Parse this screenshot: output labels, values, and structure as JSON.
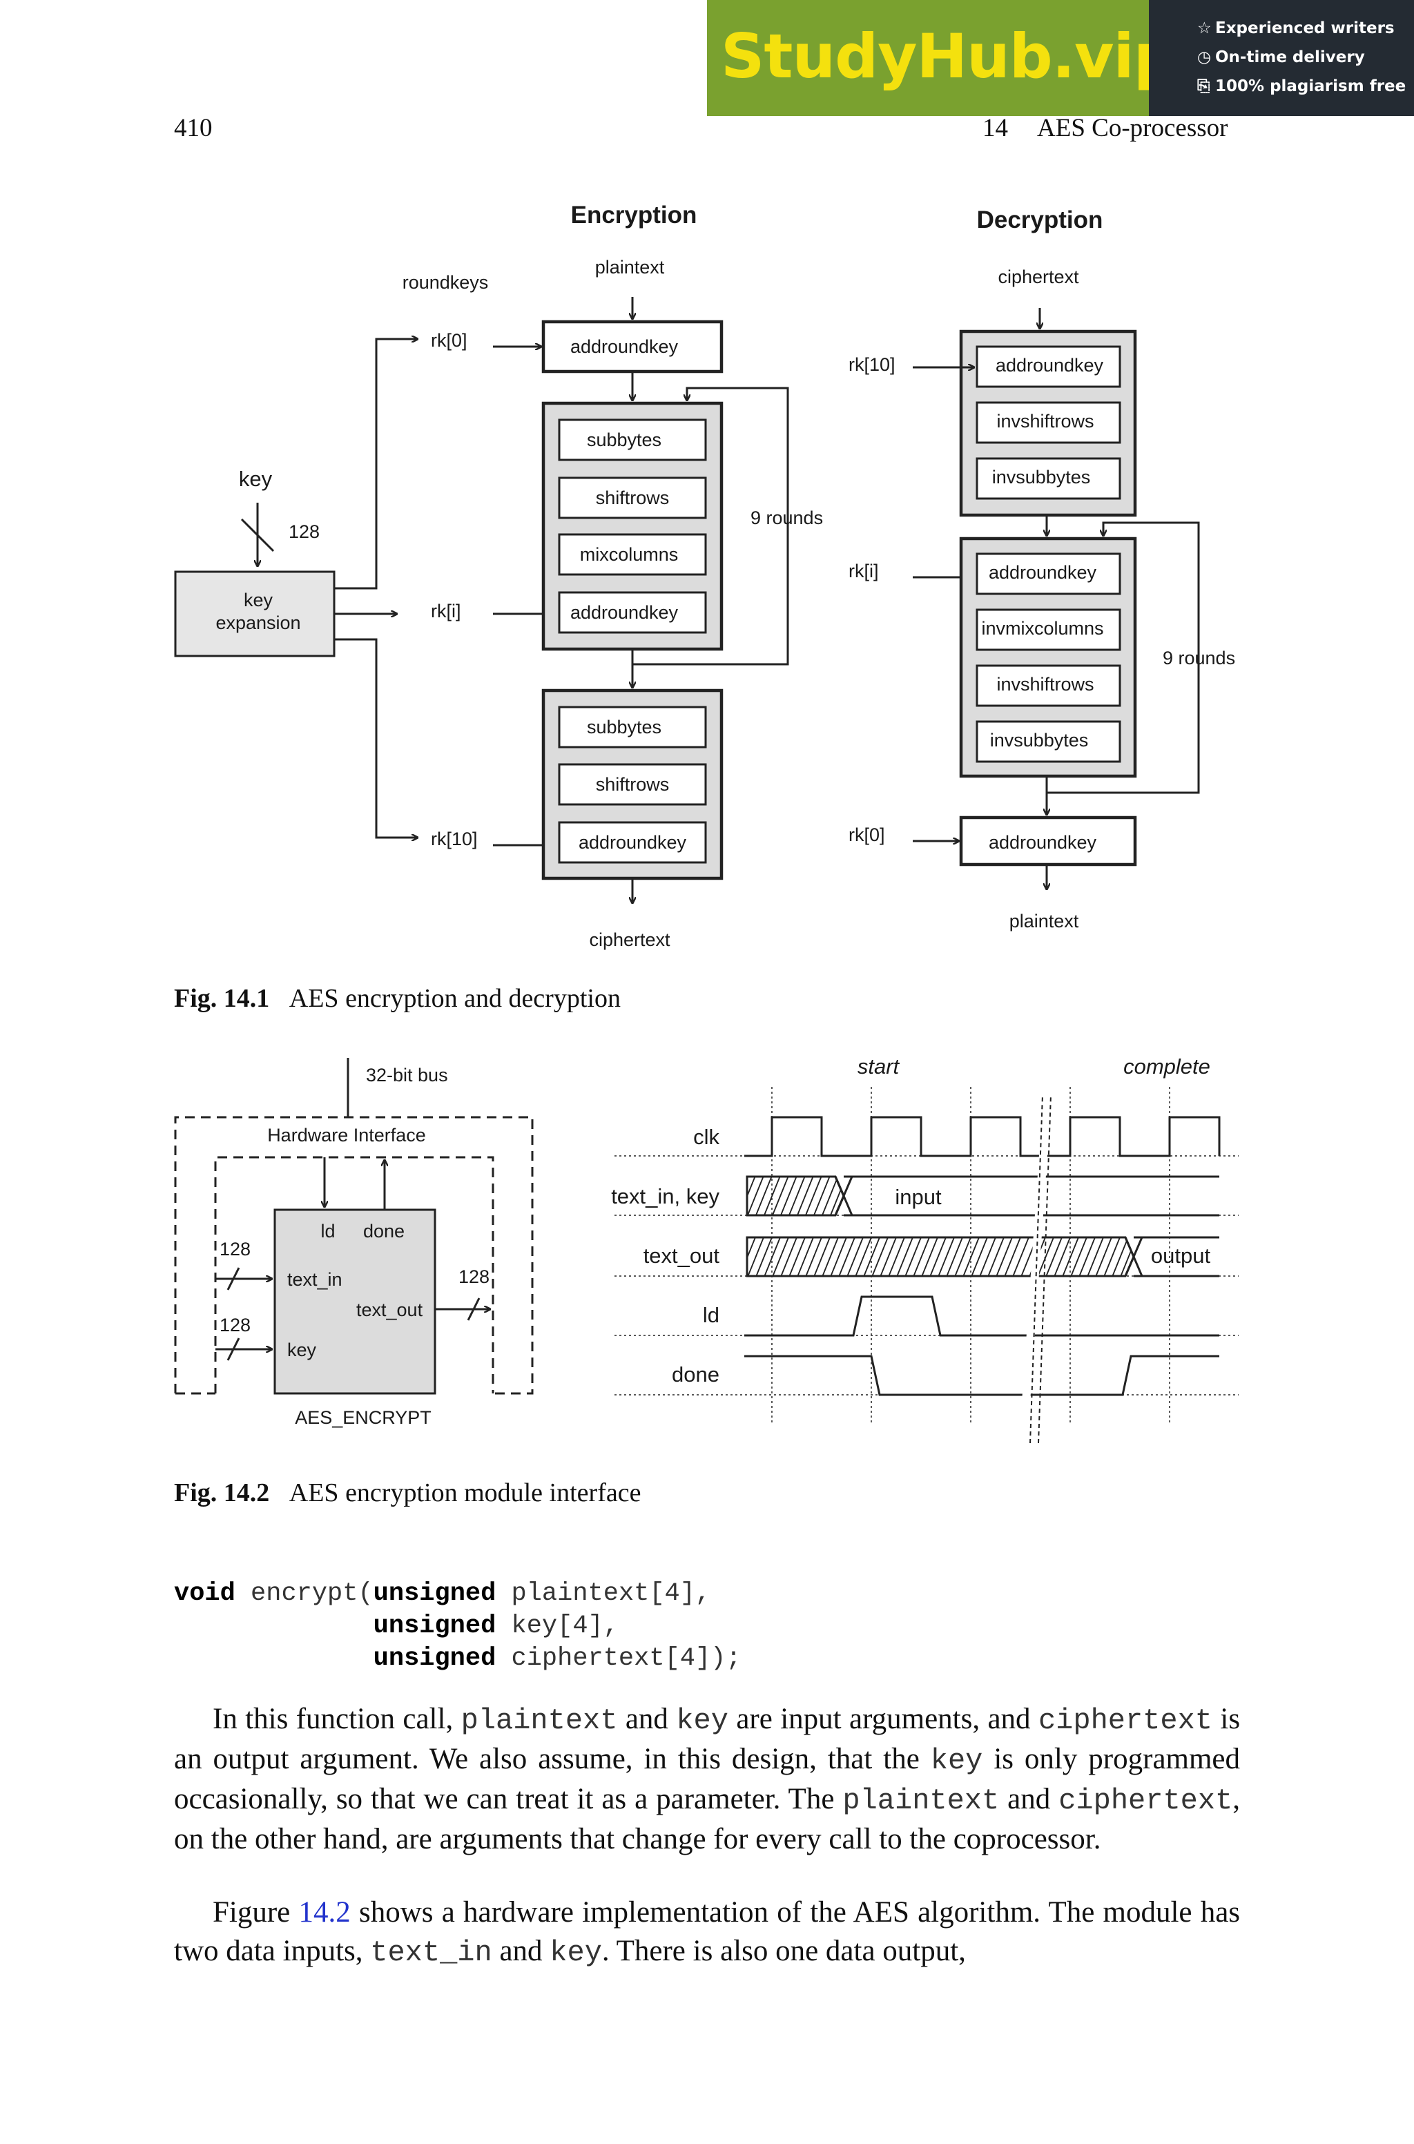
{
  "banner": {
    "logo": "StudyHub.vip",
    "features": [
      "Experienced writers",
      "On-time delivery",
      "100% plagiarism free"
    ],
    "colors": {
      "logo_bg": "#7aa12f",
      "logo_text": "#f4e10e",
      "panel_bg": "#242b33"
    }
  },
  "header": {
    "page_number": "410",
    "chapter_number": "14",
    "chapter_title": "AES Co-processor"
  },
  "fig1": {
    "enc_title": "Encryption",
    "dec_title": "Decryption",
    "plaintext": "plaintext",
    "ciphertext": "ciphertext",
    "roundkeys": "roundkeys",
    "key": "key",
    "key_width": "128",
    "key_expansion_line1": "key",
    "key_expansion_line2": "expansion",
    "rk0": "rk[0]",
    "rki": "rk[i]",
    "rk10": "rk[10]",
    "addroundkey": "addroundkey",
    "subbytes": "subbytes",
    "shiftrows": "shiftrows",
    "mixcolumns": "mixcolumns",
    "invshiftrows": "invshiftrows",
    "invsubbytes": "invsubbytes",
    "invmixcolumns": "invmixcolumns",
    "rounds": "9 rounds",
    "caption_label": "Fig. 14.1",
    "caption_text": "AES encryption and decryption"
  },
  "fig2": {
    "bus": "32-bit bus",
    "hw_interface": "Hardware Interface",
    "ld": "ld",
    "done": "done",
    "text_in": "text_in",
    "text_out": "text_out",
    "key": "key",
    "width": "128",
    "module": "AES_ENCRYPT",
    "start": "start",
    "complete": "complete",
    "sig_clk": "clk",
    "sig_text_in_key": "text_in, key",
    "sig_text_out": "text_out",
    "sig_ld": "ld",
    "sig_done": "done",
    "input": "input",
    "output": "output",
    "caption_label": "Fig. 14.2",
    "caption_text": "AES encryption module interface"
  },
  "code": {
    "void": "void",
    "fn": " encrypt(",
    "unsigned": "unsigned",
    "arg1": " plaintext[4],",
    "arg2": " key[4],",
    "arg3": " ciphertext[4]);"
  },
  "para1": {
    "t1": "In this function call,",
    "plaintext": "plaintext",
    "t2": "and",
    "key": "key",
    "t3": "are input arguments, and",
    "ciphertext": "ciphertext",
    "t4": "is an output argument. We also assume, in this design, that the",
    "key2": "key",
    "t5": "is only programmed occasionally, so that we can treat it as a parameter. The",
    "plaintext2": "plaintext",
    "t6": "and",
    "ciphertext2": "ciphertext",
    "t7": ", on the other hand, are arguments that change for every call to the coprocessor."
  },
  "para2": {
    "t1": "Figure",
    "ref": "14.2",
    "t2": "shows a hardware implementation of the AES algorithm. The module has two data inputs,",
    "text_in": "text_in",
    "t3": "and",
    "key": "key",
    "t4": ". There is also one data output,"
  }
}
